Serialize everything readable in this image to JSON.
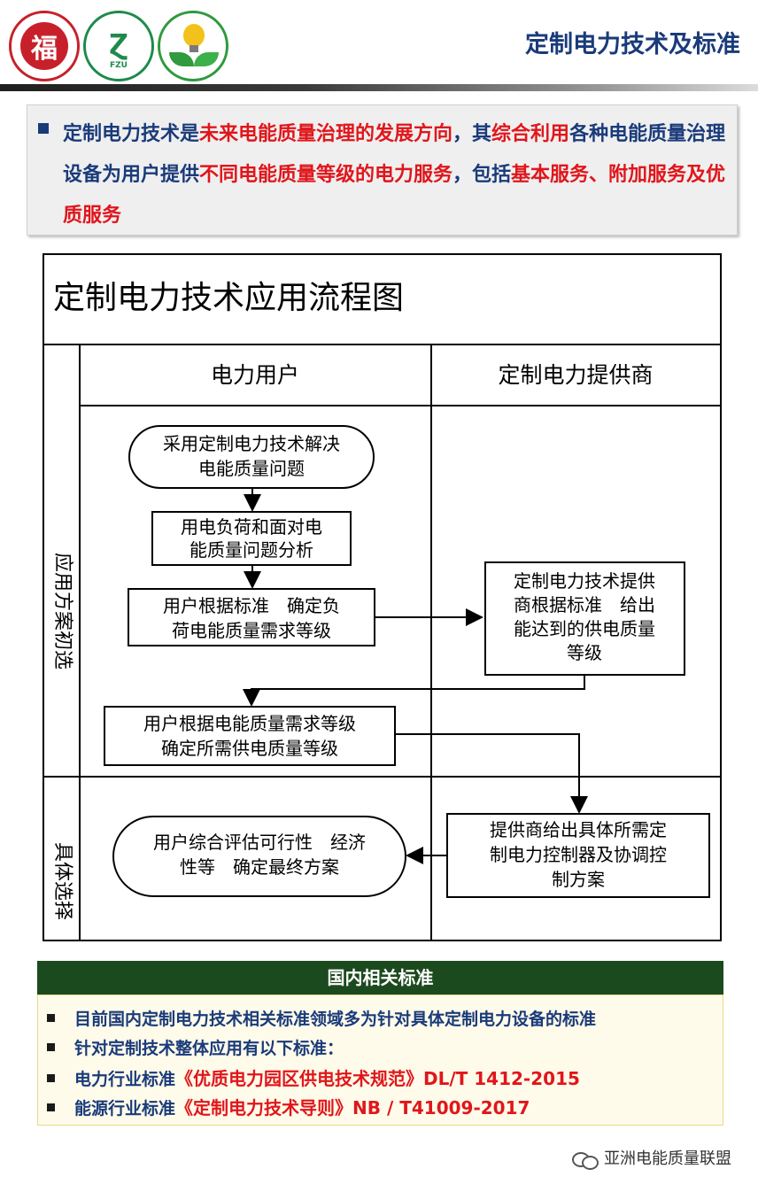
{
  "header": {
    "title": "定制电力技术及标准",
    "logos": [
      "福州大学校徽",
      "FZU",
      "灯泡与叶子标志"
    ],
    "logo1_char": "福",
    "logo2_text": "FZU"
  },
  "intro": {
    "segments": [
      {
        "text": "定制电力技术是",
        "color": "blue"
      },
      {
        "text": "未来电能质量治理的发展方向",
        "color": "red"
      },
      {
        "text": "，其",
        "color": "blue"
      },
      {
        "text": "综合利用",
        "color": "red"
      },
      {
        "text": "各种电能质量治理设备为用户提供",
        "color": "blue"
      },
      {
        "text": "不同电能质量等级的电力服务",
        "color": "red"
      },
      {
        "text": "，包括",
        "color": "blue"
      },
      {
        "text": "基本服务、附加服务及优质服务",
        "color": "red"
      }
    ]
  },
  "flowchart": {
    "title": "定制电力技术应用流程图",
    "columns": [
      "电力用户",
      "定制电力提供商"
    ],
    "rows": [
      "应用方案初选",
      "具体选择"
    ],
    "nodes": {
      "start": [
        "采用定制电力技术解决",
        "电能质量问题"
      ],
      "analyze": [
        "用电负荷和面对电",
        "能质量问题分析"
      ],
      "user_level": [
        "用户根据标准　确定负",
        "荷电能质量需求等级"
      ],
      "provider_level": [
        "定制电力技术提供",
        "商根据标准　给出",
        "能达到的供电质量",
        "等级"
      ],
      "user_confirm": [
        "用户根据电能质量需求等级",
        "确定所需供电质量等级"
      ],
      "provider_plan": [
        "提供商给出具体所需定",
        "制电力控制器及协调控",
        "制方案"
      ],
      "final": [
        "用户综合评估可行性　经济",
        "性等　确定最终方案"
      ]
    }
  },
  "standards": {
    "heading": "国内相关标准",
    "items": [
      {
        "prefix": "目前国内定制电力技术相关标准领域多为针对具体定制电力设备的标准",
        "highlight": "",
        "suffix": ""
      },
      {
        "prefix": "针对定制技术整体应用有以下标准：",
        "highlight": "",
        "suffix": ""
      },
      {
        "prefix": "电力行业标准",
        "highlight": "《优质电力园区供电技术规范》DL/T 1412-2015",
        "suffix": ""
      },
      {
        "prefix": "能源行业标准",
        "highlight": "《定制电力技术导则》NB / T41009-2017",
        "suffix": ""
      }
    ]
  },
  "footer": {
    "account": "亚洲电能质量联盟"
  },
  "colors": {
    "blue": "#1a3b7a",
    "red": "#e0161b",
    "std_header_bg": "#1c4a1f",
    "std_box_bg": "#fffbea",
    "highlight": "#e0161b"
  }
}
